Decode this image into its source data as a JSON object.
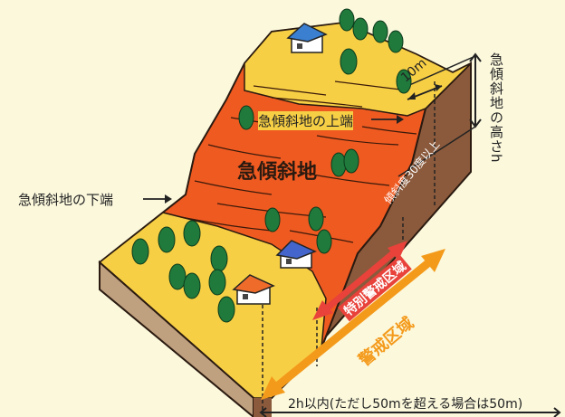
{
  "labels": {
    "lower_edge": "急傾斜地の下端",
    "upper_edge": "急傾斜地の上端",
    "slope_name": "急傾斜地",
    "height": "急傾斜地の高さh",
    "distance_10m": "10m",
    "angle": "傾斜度30度以上",
    "special_zone": "特別警戒区域",
    "warning_zone": "警戒区域",
    "extent": "2h以内(ただし50mを超える場合は50m)"
  },
  "colors": {
    "background": "#fbf8dc",
    "yellow_zone": "#f7cf45",
    "orange_zone": "#ef5a21",
    "earth": "#a87452",
    "earth_side": "#8b5a3c",
    "earth_base": "#bfa07f",
    "tree": "#1f7a3c",
    "special_arrow": "#e8423a",
    "warning_arrow": "#f49a1b"
  }
}
